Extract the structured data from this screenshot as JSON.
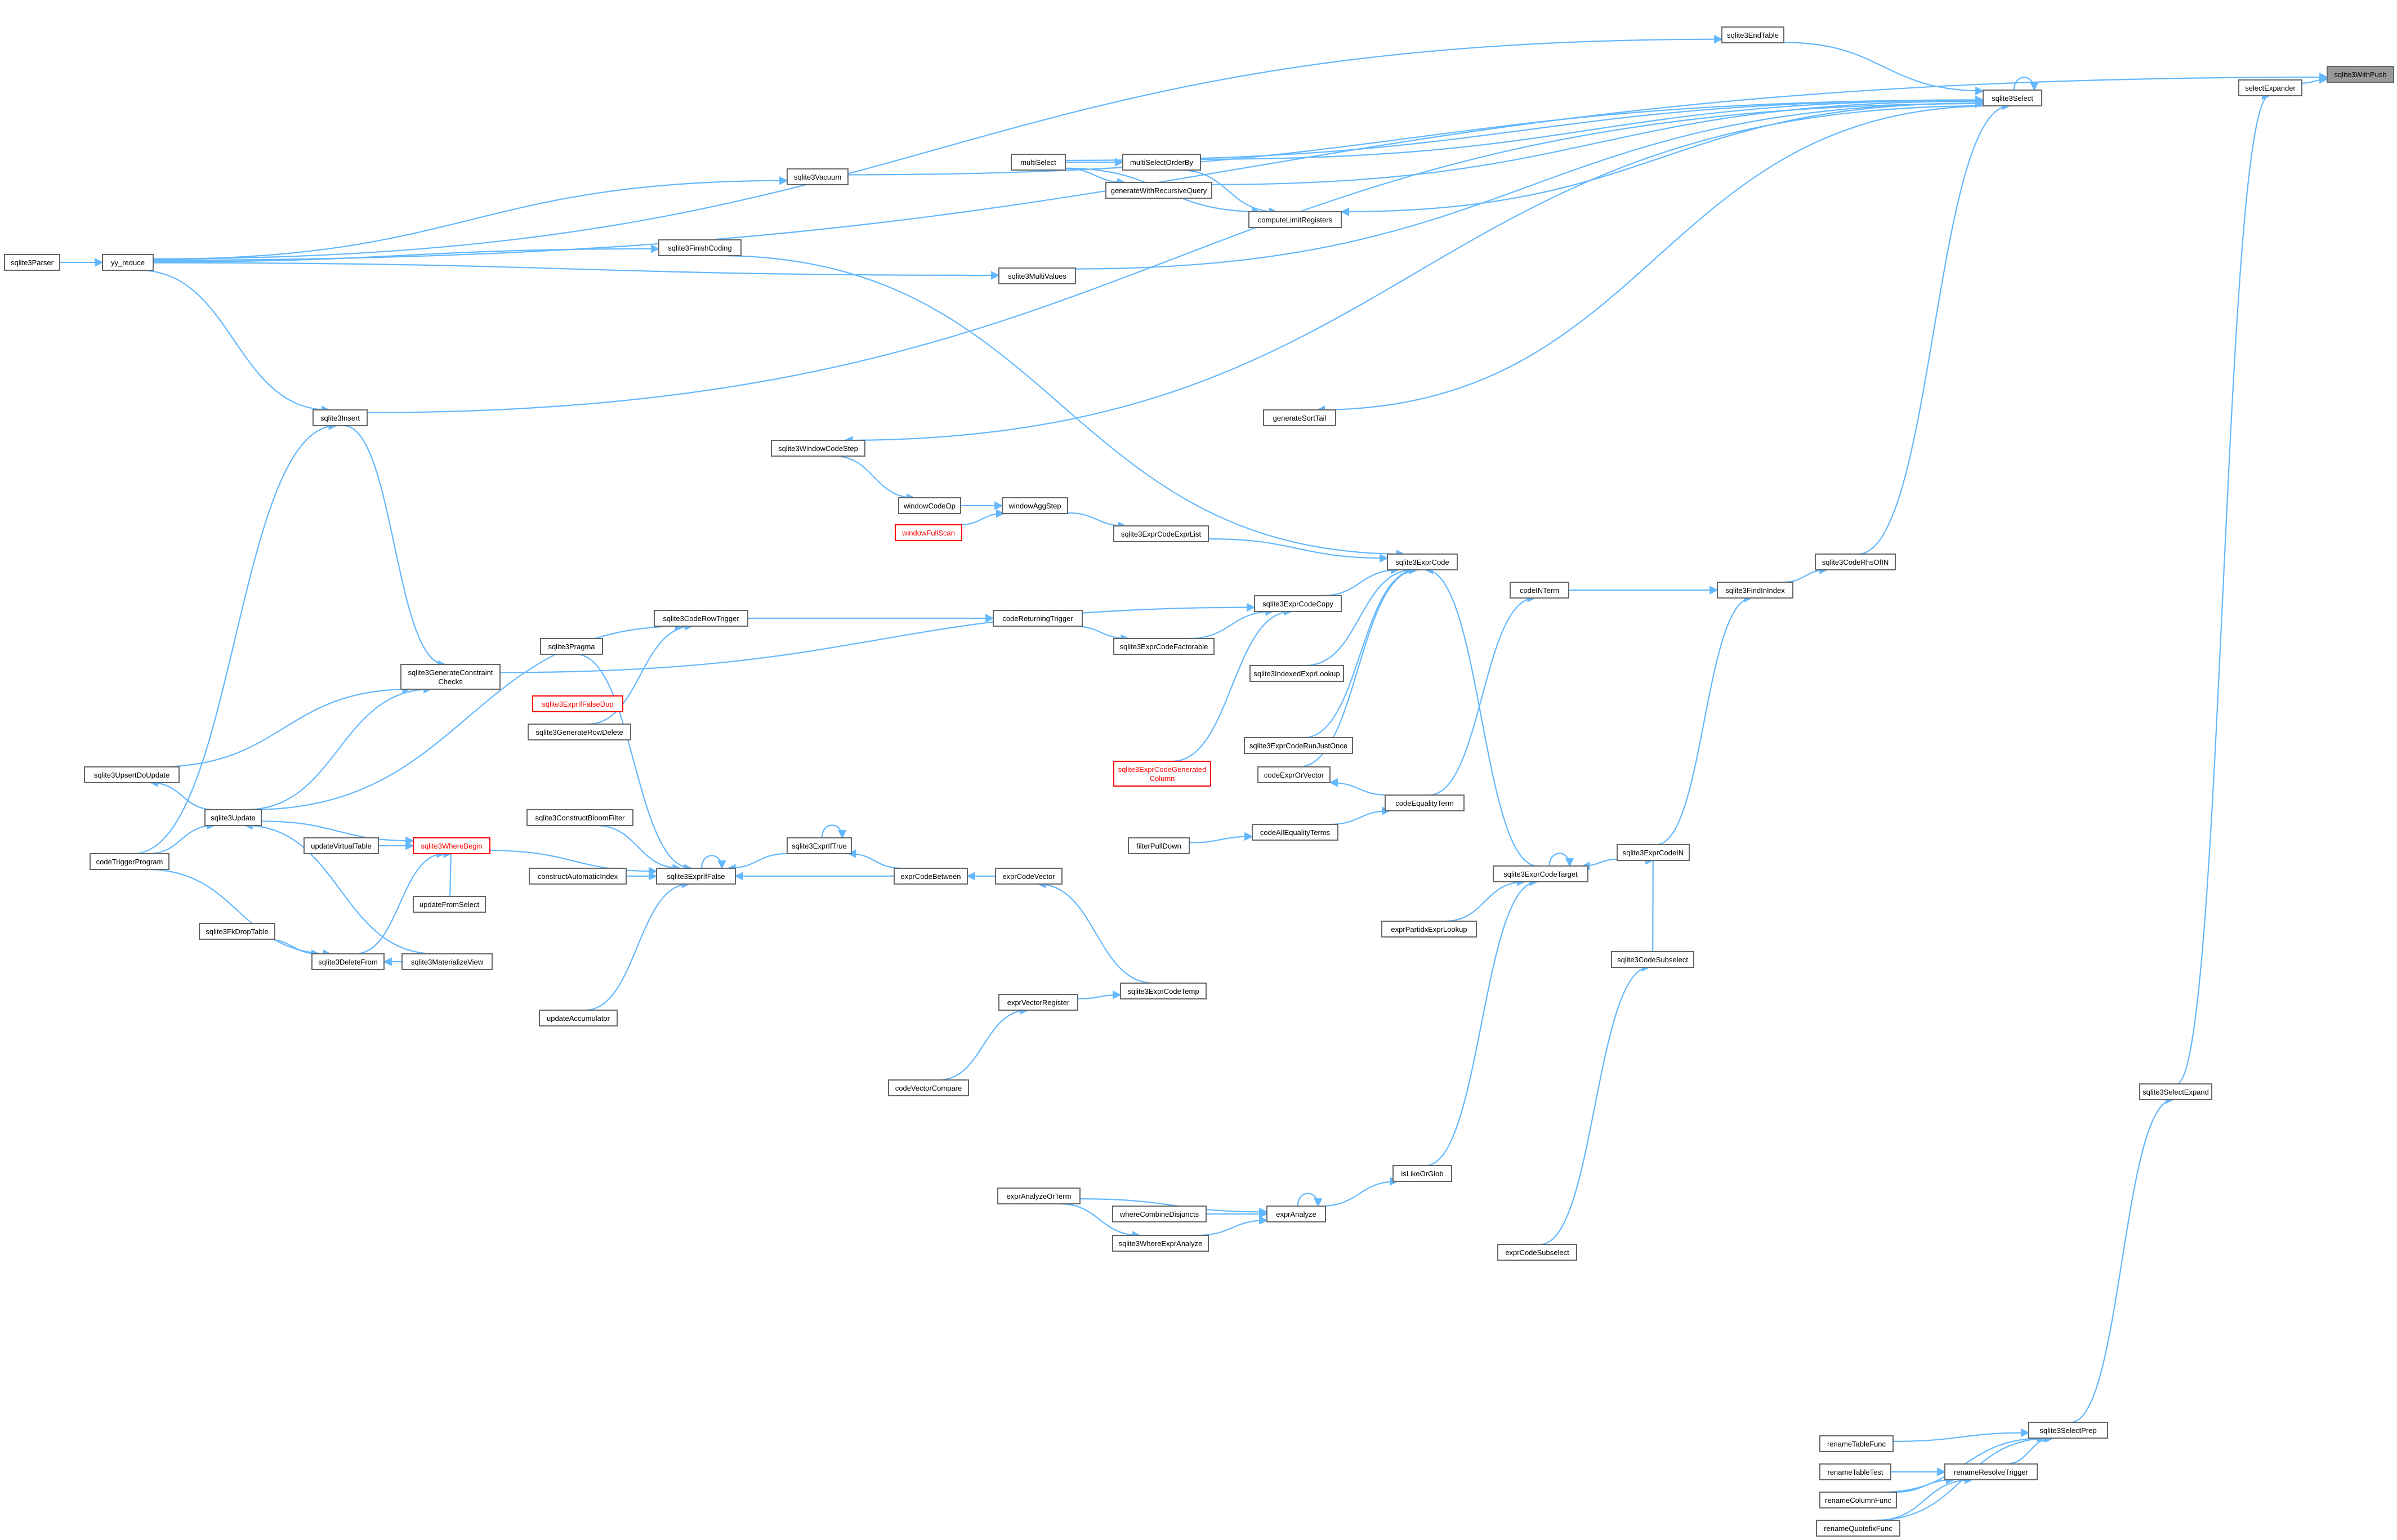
{
  "diagram": {
    "type": "call-graph",
    "colors": {
      "edge": "#63b8ff",
      "node_border": "#666666",
      "focus_fill": "#999999",
      "warning": "#ff0000"
    },
    "nodes": [
      {
        "id": "sqlite3WithPush",
        "label": "sqlite3WithPush",
        "style": "focus"
      },
      {
        "id": "selectExpander",
        "label": "selectExpander"
      },
      {
        "id": "sqlite3Select",
        "label": "sqlite3Select"
      },
      {
        "id": "sqlite3SelectExpand",
        "label": "sqlite3SelectExpand"
      },
      {
        "id": "sqlite3SelectPrep",
        "label": "sqlite3SelectPrep"
      },
      {
        "id": "sqlite3EndTable",
        "label": "sqlite3EndTable"
      },
      {
        "id": "multiSelect",
        "label": "multiSelect"
      },
      {
        "id": "multiSelectOrderBy",
        "label": "multiSelectOrderBy"
      },
      {
        "id": "generateWithRecursiveQuery",
        "label": "generateWithRecursiveQuery"
      },
      {
        "id": "computeLimitRegisters",
        "label": "computeLimitRegisters"
      },
      {
        "id": "sqlite3Vacuum",
        "label": "sqlite3Vacuum"
      },
      {
        "id": "sqlite3FinishCoding",
        "label": "sqlite3FinishCoding"
      },
      {
        "id": "sqlite3MultiValues",
        "label": "sqlite3MultiValues"
      },
      {
        "id": "sqlite3Parser",
        "label": "sqlite3Parser"
      },
      {
        "id": "yy_reduce",
        "label": "yy_reduce"
      },
      {
        "id": "generateSortTail",
        "label": "generateSortTail"
      },
      {
        "id": "sqlite3Insert",
        "label": "sqlite3Insert"
      },
      {
        "id": "sqlite3WindowCodeStep",
        "label": "sqlite3WindowCodeStep"
      },
      {
        "id": "windowCodeOp",
        "label": "windowCodeOp"
      },
      {
        "id": "windowAggStep",
        "label": "windowAggStep"
      },
      {
        "id": "windowFullScan",
        "label": "windowFullScan",
        "style": "warning"
      },
      {
        "id": "sqlite3ExprCodeExprList",
        "label": "sqlite3ExprCodeExprList"
      },
      {
        "id": "sqlite3ExprCode",
        "label": "sqlite3ExprCode"
      },
      {
        "id": "sqlite3CodeRhsOfIN",
        "label": "sqlite3CodeRhsOfIN"
      },
      {
        "id": "codeINTerm",
        "label": "codeINTerm"
      },
      {
        "id": "sqlite3FindInIndex",
        "label": "sqlite3FindInIndex"
      },
      {
        "id": "sqlite3CodeRowTrigger",
        "label": "sqlite3CodeRowTrigger"
      },
      {
        "id": "codeReturningTrigger",
        "label": "codeReturningTrigger"
      },
      {
        "id": "sqlite3ExprCodeCopy",
        "label": "sqlite3ExprCodeCopy"
      },
      {
        "id": "sqlite3Pragma",
        "label": "sqlite3Pragma"
      },
      {
        "id": "sqlite3ExprCodeFactorable",
        "label": "sqlite3ExprCodeFactorable"
      },
      {
        "id": "sqlite3GenerateConstraintChecks",
        "label": "sqlite3GenerateConstraint\nChecks"
      },
      {
        "id": "sqlite3ExprIfFalseDup",
        "label": "sqlite3ExprIfFalseDup",
        "style": "warning"
      },
      {
        "id": "sqlite3IndexedExprLookup",
        "label": "sqlite3IndexedExprLookup"
      },
      {
        "id": "sqlite3GenerateRowDelete",
        "label": "sqlite3GenerateRowDelete"
      },
      {
        "id": "sqlite3ExprCodeRunJustOnce",
        "label": "sqlite3ExprCodeRunJustOnce"
      },
      {
        "id": "sqlite3UpsertDoUpdate",
        "label": "sqlite3UpsertDoUpdate"
      },
      {
        "id": "sqlite3ExprCodeGeneratedColumn",
        "label": "sqlite3ExprCodeGenerated\nColumn",
        "style": "warning"
      },
      {
        "id": "codeExprOrVector",
        "label": "codeExprOrVector"
      },
      {
        "id": "codeEqualityTerm",
        "label": "codeEqualityTerm"
      },
      {
        "id": "sqlite3Update",
        "label": "sqlite3Update"
      },
      {
        "id": "sqlite3ConstructBloomFilter",
        "label": "sqlite3ConstructBloomFilter"
      },
      {
        "id": "sqlite3ExprIfTrue",
        "label": "sqlite3ExprIfTrue"
      },
      {
        "id": "codeAllEqualityTerms",
        "label": "codeAllEqualityTerms"
      },
      {
        "id": "filterPullDown",
        "label": "filterPullDown"
      },
      {
        "id": "sqlite3ExprCodeIN",
        "label": "sqlite3ExprCodeIN"
      },
      {
        "id": "updateVirtualTable",
        "label": "updateVirtualTable"
      },
      {
        "id": "sqlite3WhereBegin",
        "label": "sqlite3WhereBegin",
        "style": "warning"
      },
      {
        "id": "codeTriggerProgram",
        "label": "codeTriggerProgram"
      },
      {
        "id": "constructAutomaticIndex",
        "label": "constructAutomaticIndex"
      },
      {
        "id": "sqlite3ExprIfFalse",
        "label": "sqlite3ExprIfFalse"
      },
      {
        "id": "exprCodeBetween",
        "label": "exprCodeBetween"
      },
      {
        "id": "exprCodeVector",
        "label": "exprCodeVector"
      },
      {
        "id": "sqlite3ExprCodeTarget",
        "label": "sqlite3ExprCodeTarget"
      },
      {
        "id": "updateFromSelect",
        "label": "updateFromSelect"
      },
      {
        "id": "exprPartidxExprLookup",
        "label": "exprPartidxExprLookup"
      },
      {
        "id": "sqlite3FkDropTable",
        "label": "sqlite3FkDropTable"
      },
      {
        "id": "sqlite3CodeSubselect",
        "label": "sqlite3CodeSubselect"
      },
      {
        "id": "sqlite3DeleteFrom",
        "label": "sqlite3DeleteFrom"
      },
      {
        "id": "sqlite3MaterializeView",
        "label": "sqlite3MaterializeView"
      },
      {
        "id": "sqlite3ExprCodeTemp",
        "label": "sqlite3ExprCodeTemp"
      },
      {
        "id": "exprVectorRegister",
        "label": "exprVectorRegister"
      },
      {
        "id": "updateAccumulator",
        "label": "updateAccumulator"
      },
      {
        "id": "codeVectorCompare",
        "label": "codeVectorCompare"
      },
      {
        "id": "sqlite3SelectExpand2",
        "label": "sqlite3SelectExpand"
      },
      {
        "id": "isLikeOrGlob",
        "label": "isLikeOrGlob"
      },
      {
        "id": "exprAnalyzeOrTerm",
        "label": "exprAnalyzeOrTerm"
      },
      {
        "id": "whereCombineDisjuncts",
        "label": "whereCombineDisjuncts"
      },
      {
        "id": "exprAnalyze",
        "label": "exprAnalyze"
      },
      {
        "id": "sqlite3WhereExprAnalyze",
        "label": "sqlite3WhereExprAnalyze"
      },
      {
        "id": "exprCodeSubselect",
        "label": "exprCodeSubselect"
      },
      {
        "id": "renameTableFunc",
        "label": "renameTableFunc"
      },
      {
        "id": "renameTableTest",
        "label": "renameTableTest"
      },
      {
        "id": "renameResolveTrigger",
        "label": "renameResolveTrigger"
      },
      {
        "id": "renameColumnFunc",
        "label": "renameColumnFunc"
      },
      {
        "id": "renameQuotefixFunc",
        "label": "renameQuotefixFunc"
      }
    ],
    "edges": [
      [
        "selectExpander",
        "sqlite3WithPush"
      ],
      [
        "sqlite3SelectExpand",
        "selectExpander"
      ],
      [
        "sqlite3SelectPrep",
        "sqlite3SelectExpand"
      ],
      [
        "sqlite3Select",
        "sqlite3Select"
      ],
      [
        "yy_reduce",
        "sqlite3WithPush"
      ],
      [
        "sqlite3EndTable",
        "sqlite3Select"
      ],
      [
        "yy_reduce",
        "sqlite3EndTable"
      ],
      [
        "multiSelect",
        "sqlite3Select"
      ],
      [
        "multiSelectOrderBy",
        "sqlite3Select"
      ],
      [
        "multiSelect",
        "multiSelectOrderBy"
      ],
      [
        "generateWithRecursiveQuery",
        "sqlite3Select"
      ],
      [
        "multiSelect",
        "generateWithRecursiveQuery"
      ],
      [
        "multiSelect",
        "computeLimitRegisters"
      ],
      [
        "multiSelectOrderBy",
        "computeLimitRegisters"
      ],
      [
        "sqlite3Select",
        "computeLimitRegisters"
      ],
      [
        "sqlite3Vacuum",
        "sqlite3Select"
      ],
      [
        "yy_reduce",
        "sqlite3Vacuum"
      ],
      [
        "sqlite3FinishCoding",
        "sqlite3ExprCode"
      ],
      [
        "yy_reduce",
        "sqlite3FinishCoding"
      ],
      [
        "sqlite3MultiValues",
        "sqlite3Select"
      ],
      [
        "yy_reduce",
        "sqlite3MultiValues"
      ],
      [
        "sqlite3Parser",
        "yy_reduce"
      ],
      [
        "sqlite3Select",
        "generateSortTail"
      ],
      [
        "sqlite3Insert",
        "sqlite3Select"
      ],
      [
        "yy_reduce",
        "sqlite3Insert"
      ],
      [
        "sqlite3Select",
        "sqlite3WindowCodeStep"
      ],
      [
        "sqlite3WindowCodeStep",
        "windowCodeOp"
      ],
      [
        "windowCodeOp",
        "windowAggStep"
      ],
      [
        "windowFullScan",
        "windowAggStep"
      ],
      [
        "windowAggStep",
        "sqlite3ExprCodeExprList"
      ],
      [
        "sqlite3ExprCodeExprList",
        "sqlite3ExprCode"
      ],
      [
        "sqlite3CodeRhsOfIN",
        "sqlite3Select"
      ],
      [
        "sqlite3FindInIndex",
        "sqlite3CodeRhsOfIN"
      ],
      [
        "codeINTerm",
        "sqlite3FindInIndex"
      ],
      [
        "sqlite3ExprCodeIN",
        "sqlite3FindInIndex"
      ],
      [
        "sqlite3CodeRowTrigger",
        "codeReturningTrigger"
      ],
      [
        "codeReturningTrigger",
        "sqlite3ExprCodeFactorable"
      ],
      [
        "sqlite3ExprCodeCopy",
        "sqlite3ExprCode"
      ],
      [
        "sqlite3ExprCodeFactorable",
        "sqlite3ExprCodeCopy"
      ],
      [
        "sqlite3GenerateConstraintChecks",
        "sqlite3ExprCodeCopy"
      ],
      [
        "sqlite3Pragma",
        "sqlite3ExprIfFalse"
      ],
      [
        "sqlite3Insert",
        "sqlite3GenerateConstraintChecks"
      ],
      [
        "sqlite3Update",
        "sqlite3GenerateConstraintChecks"
      ],
      [
        "sqlite3UpsertDoUpdate",
        "sqlite3GenerateConstraintChecks"
      ],
      [
        "sqlite3Update",
        "sqlite3UpsertDoUpdate"
      ],
      [
        "sqlite3GenerateRowDelete",
        "sqlite3CodeRowTrigger"
      ],
      [
        "sqlite3Update",
        "sqlite3CodeRowTrigger"
      ],
      [
        "sqlite3IndexedExprLookup",
        "sqlite3ExprCode"
      ],
      [
        "sqlite3ExprCodeRunJustOnce",
        "sqlite3ExprCode"
      ],
      [
        "sqlite3ExprCodeGeneratedColumn",
        "sqlite3ExprCodeCopy"
      ],
      [
        "codeExprOrVector",
        "sqlite3ExprCode"
      ],
      [
        "codeEqualityTerm",
        "codeExprOrVector"
      ],
      [
        "codeAllEqualityTerms",
        "codeEqualityTerm"
      ],
      [
        "filterPullDown",
        "codeAllEqualityTerms"
      ],
      [
        "codeEqualityTerm",
        "codeINTerm"
      ],
      [
        "sqlite3ExprCodeTarget",
        "sqlite3ExprCode"
      ],
      [
        "sqlite3ExprCodeTarget",
        "sqlite3ExprCodeTarget"
      ],
      [
        "exprPartidxExprLookup",
        "sqlite3ExprCodeTarget"
      ],
      [
        "sqlite3ExprCodeIN",
        "sqlite3ExprCodeTarget"
      ],
      [
        "sqlite3CodeSubselect",
        "sqlite3ExprCodeIN"
      ],
      [
        "exprCodeSubselect",
        "sqlite3CodeSubselect"
      ],
      [
        "isLikeOrGlob",
        "sqlite3ExprCodeTarget"
      ],
      [
        "exprAnalyze",
        "isLikeOrGlob"
      ],
      [
        "exprAnalyze",
        "exprAnalyze"
      ],
      [
        "exprAnalyzeOrTerm",
        "exprAnalyze"
      ],
      [
        "whereCombineDisjuncts",
        "exprAnalyze"
      ],
      [
        "sqlite3WhereExprAnalyze",
        "exprAnalyze"
      ],
      [
        "exprAnalyzeOrTerm",
        "sqlite3WhereExprAnalyze"
      ],
      [
        "sqlite3ExprIfTrue",
        "sqlite3ExprIfTrue"
      ],
      [
        "sqlite3ExprIfFalse",
        "sqlite3ExprIfFalse"
      ],
      [
        "sqlite3ExprIfTrue",
        "sqlite3ExprIfFalse"
      ],
      [
        "exprCodeBetween",
        "sqlite3ExprIfTrue"
      ],
      [
        "exprCodeBetween",
        "sqlite3ExprIfFalse"
      ],
      [
        "exprCodeVector",
        "exprCodeBetween"
      ],
      [
        "sqlite3ExprCodeTemp",
        "exprCodeVector"
      ],
      [
        "exprVectorRegister",
        "sqlite3ExprCodeTemp"
      ],
      [
        "codeVectorCompare",
        "exprVectorRegister"
      ],
      [
        "updateAccumulator",
        "sqlite3ExprIfFalse"
      ],
      [
        "sqlite3WhereBegin",
        "sqlite3ExprIfFalse"
      ],
      [
        "sqlite3ConstructBloomFilter",
        "sqlite3ExprIfFalse"
      ],
      [
        "constructAutomaticIndex",
        "sqlite3ExprIfFalse"
      ],
      [
        "sqlite3Update",
        "sqlite3WhereBegin"
      ],
      [
        "updateVirtualTable",
        "sqlite3WhereBegin"
      ],
      [
        "updateFromSelect",
        "sqlite3WhereBegin"
      ],
      [
        "sqlite3DeleteFrom",
        "sqlite3WhereBegin"
      ],
      [
        "sqlite3FkDropTable",
        "sqlite3DeleteFrom"
      ],
      [
        "codeTriggerProgram",
        "sqlite3DeleteFrom"
      ],
      [
        "codeTriggerProgram",
        "sqlite3Update"
      ],
      [
        "codeTriggerProgram",
        "sqlite3Insert"
      ],
      [
        "sqlite3MaterializeView",
        "sqlite3DeleteFrom"
      ],
      [
        "sqlite3MaterializeView",
        "sqlite3Update"
      ],
      [
        "renameTableFunc",
        "sqlite3SelectPrep"
      ],
      [
        "renameTableTest",
        "renameResolveTrigger"
      ],
      [
        "renameColumnFunc",
        "renameResolveTrigger"
      ],
      [
        "renameQuotefixFunc",
        "renameResolveTrigger"
      ],
      [
        "renameResolveTrigger",
        "sqlite3SelectPrep"
      ],
      [
        "renameColumnFunc",
        "sqlite3SelectPrep"
      ],
      [
        "renameQuotefixFunc",
        "sqlite3SelectPrep"
      ]
    ]
  }
}
